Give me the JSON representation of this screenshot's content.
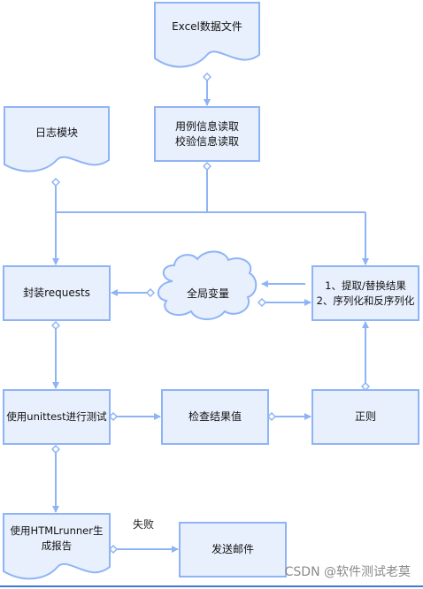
{
  "nodes": {
    "excel_file": "Excel数据文件",
    "case_read": "用例信息读取\n校验信息读取",
    "log_module": "日志模块",
    "requests_wrapper": "封装requests",
    "global_vars": "全局变量",
    "extract_replace": "1、提取/替换结果\n2、序列化和反序列化",
    "unittest_run": "使用unittest进行测试",
    "check_result": "检查结果值",
    "regex": "正则",
    "html_report": "使用HTMLrunner生\n成报告",
    "send_mail": "发送邮件"
  },
  "edges": {
    "fail_label": "失败"
  },
  "watermark": "CSDN @软件测试老莫",
  "colors": {
    "node_fill": "#e8f0fd",
    "stroke": "#8fb4f5",
    "arrow": "#8fb4f5"
  }
}
